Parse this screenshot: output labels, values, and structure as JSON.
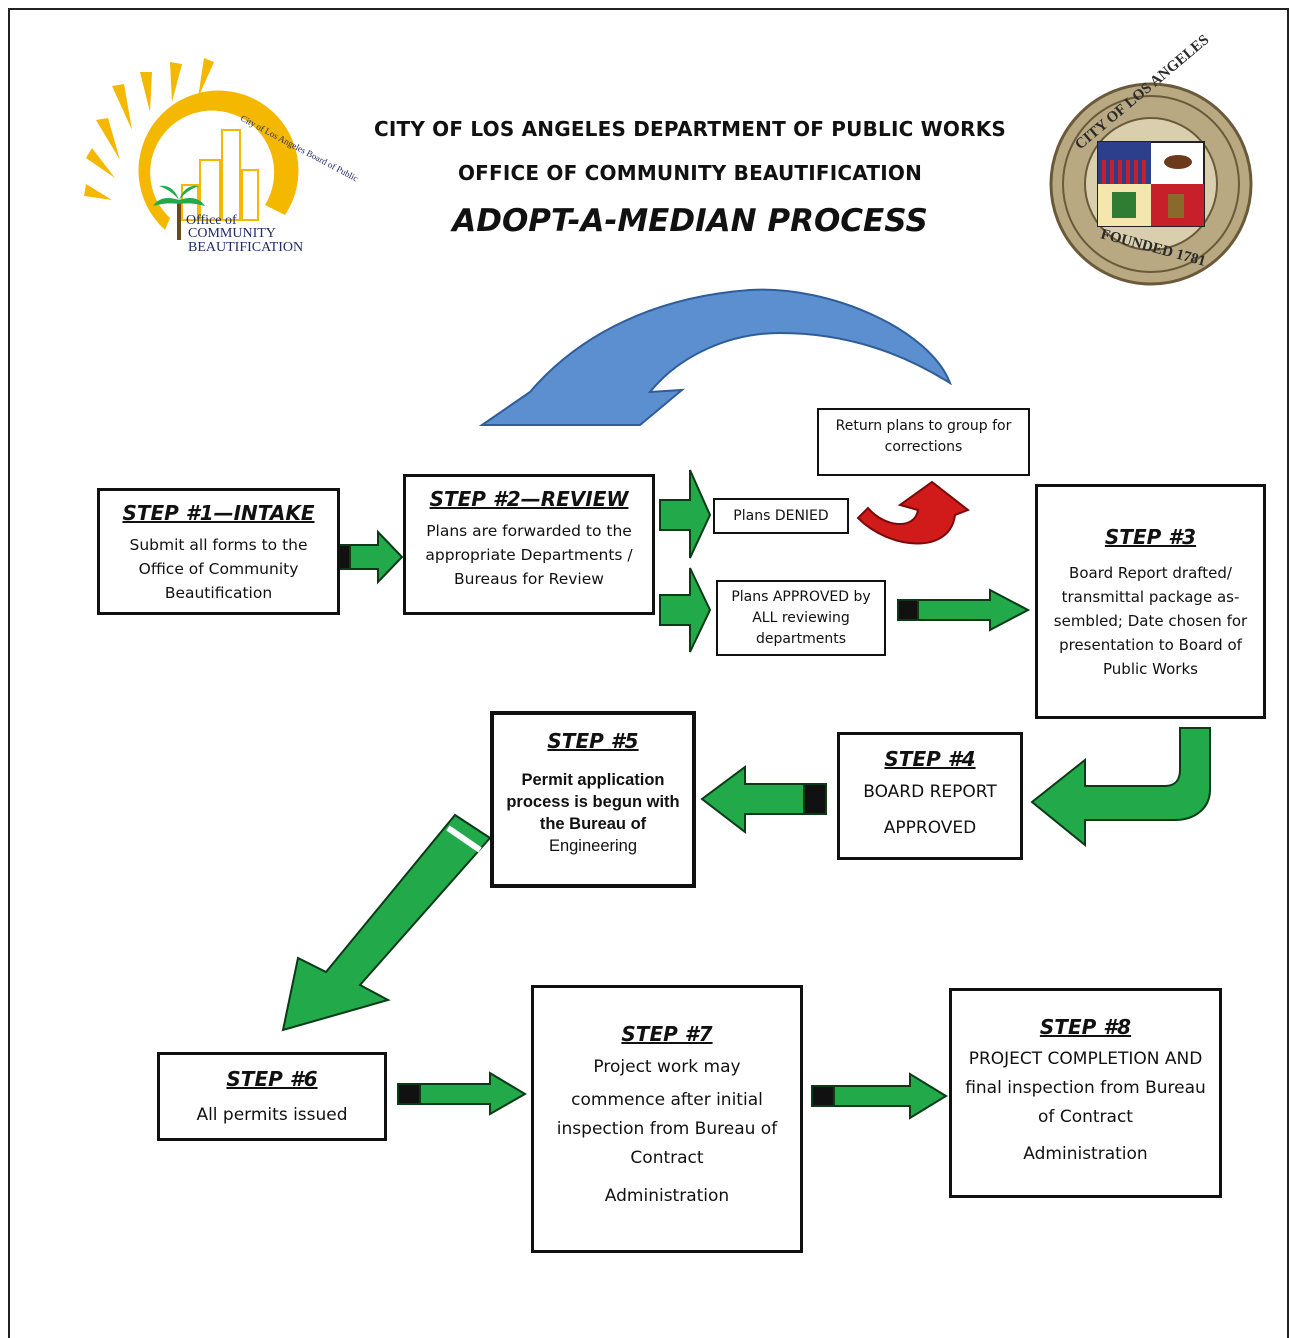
{
  "header": {
    "line1": "CITY OF LOS ANGELES DEPARTMENT OF PUBLIC WORKS",
    "line2": "OFFICE OF COMMUNITY BEAUTIFICATION",
    "title": "ADOPT-A-MEDIAN PROCESS"
  },
  "logo_left": {
    "arc_text": "City of Los Angeles Board of Public Works",
    "line1": "Office of",
    "line2": "COMMUNITY",
    "line3": "BEAUTIFICATION"
  },
  "seal_right": {
    "top_text": "CITY OF LOS ANGELES",
    "bottom_text": "FOUNDED 1781"
  },
  "steps": {
    "step1": {
      "title": "STEP #1—INTAKE",
      "body": "Submit all forms to the Office of Community Beautification"
    },
    "step2": {
      "title": "STEP #2—REVIEW",
      "body": "Plans are forwarded to the appropriate Departments / Bureaus for Review"
    },
    "denied": {
      "body": "Plans DENIED"
    },
    "return": {
      "body": "Return plans to group for corrections"
    },
    "approved": {
      "body": "Plans APPROVED by ALL reviewing departments"
    },
    "step3": {
      "title": "STEP #3",
      "body": "Board Report drafted/ transmittal package as-sembled; Date chosen for presentation to Board of Public Works"
    },
    "step4": {
      "title": "STEP #4",
      "line1": "BOARD REPORT",
      "line2": "APPROVED"
    },
    "step5": {
      "title": "STEP #5",
      "body_bold": "Permit application process is begun with the Bureau of",
      "body_plain": "Engineering"
    },
    "step6": {
      "title": "STEP #6",
      "body": "All permits issued"
    },
    "step7": {
      "title": "STEP #7",
      "line1": "Project work may",
      "line2": "commence after initial inspection from Bureau of Contract",
      "line3": "Administration"
    },
    "step8": {
      "title": "STEP #8",
      "line1": "PROJECT COMPLETION AND final inspection from Bureau of Contract",
      "line2": "Administration"
    }
  },
  "colors": {
    "arrow_green": "#22a94a",
    "arrow_blue": "#5b8fd0",
    "arrow_red": "#d11a1a",
    "logo_yellow": "#f5b800",
    "logo_navy": "#1f2a6b"
  }
}
